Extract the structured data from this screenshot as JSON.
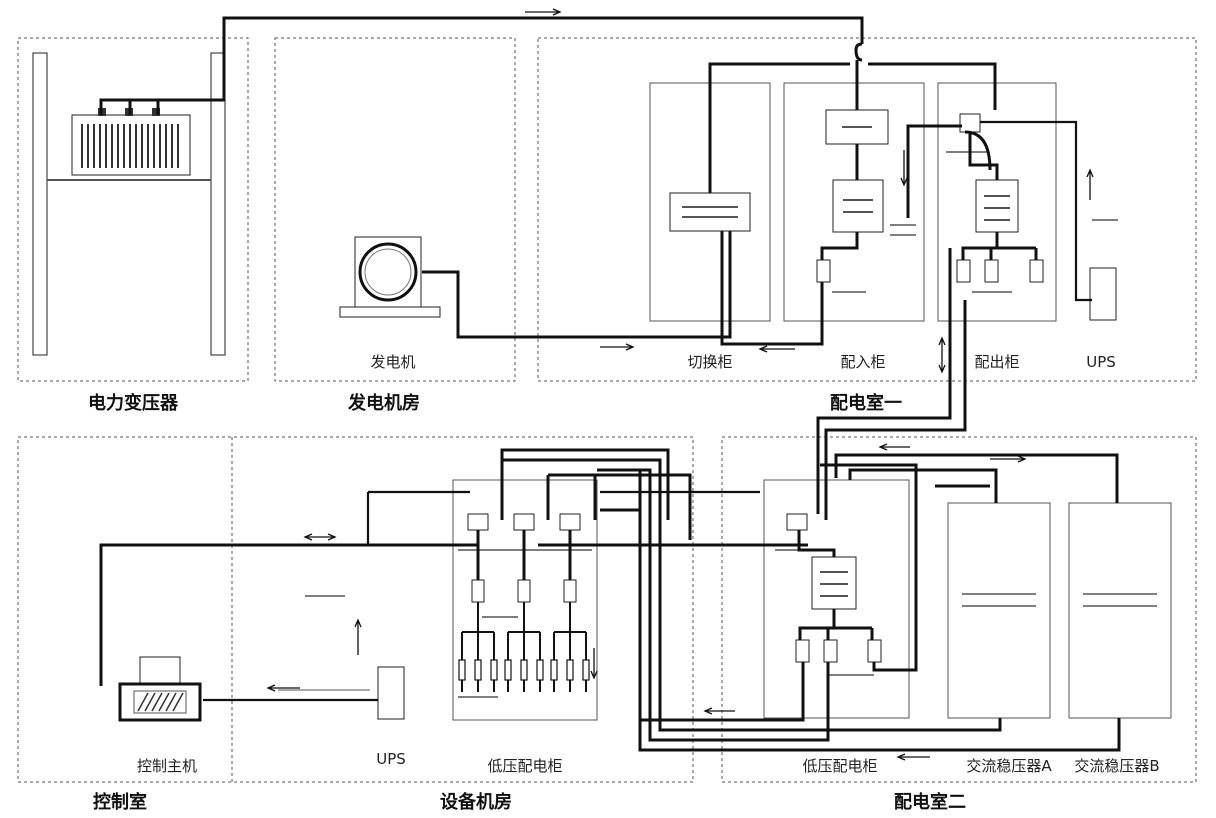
{
  "rooms": {
    "transformer": "电力变压器",
    "generator_room": "发电机房",
    "power_room_1": "配电室一",
    "control_room": "控制室",
    "equipment_room": "设备机房",
    "power_room_2": "配电室二"
  },
  "cabinets": {
    "generator": "发电机",
    "switch_cabinet": "切换柜",
    "in_cabinet": "配入柜",
    "out_cabinet": "配出柜",
    "ups_top": "UPS",
    "control_host": "控制主机",
    "ups_bottom": "UPS",
    "lv_cabinet_1": "低压配电柜",
    "lv_cabinet_2": "低压配电柜",
    "regulator_a": "交流稳压器A",
    "regulator_b": "交流稳压器B"
  }
}
